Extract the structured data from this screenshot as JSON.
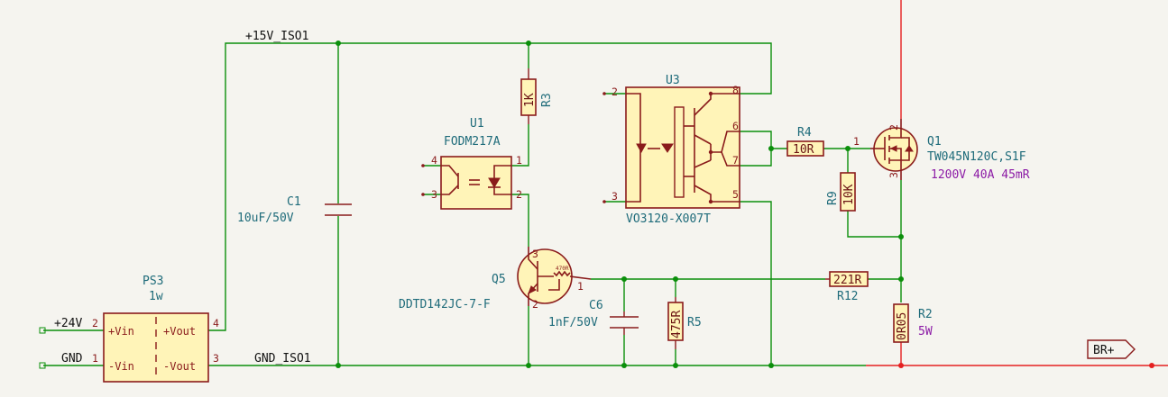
{
  "nets": {
    "vcc": "+15V_ISO1",
    "gnd_iso": "GND_ISO1",
    "vin": "+24V",
    "gnd": "GND",
    "br": "BR+"
  },
  "ps3": {
    "ref": "PS3",
    "value": "1w",
    "pin_vin": "+Vin",
    "pin_gnd": "-Vin",
    "pin_vout": "+Vout",
    "pin_gout": "-Vout",
    "p2": "2",
    "p1": "1",
    "p4": "4",
    "p3": "3"
  },
  "c1": {
    "ref": "C1",
    "value": "10uF/50V"
  },
  "r3": {
    "ref": "R3",
    "value": "1K"
  },
  "u1": {
    "ref": "U1",
    "value": "FODM217A",
    "p4": "4",
    "p3": "3",
    "p1": "1",
    "p2": "2"
  },
  "u3": {
    "ref": "U3",
    "value": "VO3120-X007T",
    "p2": "2",
    "p3": "3",
    "p8": "8",
    "p6": "6",
    "p7": "7",
    "p5": "5"
  },
  "r4": {
    "ref": "R4",
    "value": "10R"
  },
  "r9": {
    "ref": "R9",
    "value": "10K"
  },
  "q1": {
    "ref": "Q1",
    "value": "TW045N120C,S1F",
    "desc": "1200V 40A 45mR",
    "p1": "1",
    "p2": "2",
    "p3": "3"
  },
  "q5": {
    "ref": "Q5",
    "value": "DDTD142JC-7-F",
    "inner": "470R",
    "p1": "1",
    "p2": "2",
    "p3": "3"
  },
  "c6": {
    "ref": "C6",
    "value": "1nF/50V"
  },
  "r5": {
    "ref": "R5",
    "value": "475R"
  },
  "r12": {
    "ref": "R12",
    "value": "221R"
  },
  "r2": {
    "ref": "R2",
    "value": "0R05",
    "desc": "5W"
  },
  "colors": {
    "wire": "#0b8f0b",
    "power_wire": "#e52020",
    "symbol": "#8a1b1b",
    "fill": "#fff4b8",
    "text": "#1e6b7a",
    "desc": "#8c1ba6"
  }
}
